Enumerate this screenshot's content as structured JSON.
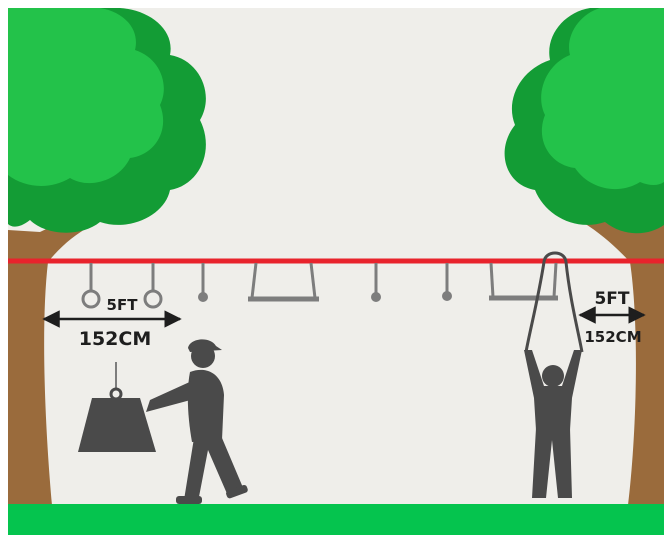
{
  "colors": {
    "sky": "#efeeea",
    "line": "#e8232c",
    "grass": "#05c44e",
    "trunk": "#9a6b3c",
    "foliage_dark": "#139c35",
    "foliage_light": "#23c24a",
    "hardware": "#7d7d7d",
    "figure": "#4a4a4a"
  },
  "left_gap": {
    "ft_label": "5FT",
    "cm_label": "152CM"
  },
  "right_gap": {
    "ft_label": "5FT",
    "cm_label": "152CM"
  },
  "obstacles": [
    "gymnastic-ring",
    "gymnastic-ring",
    "ball-handle",
    "swing-bar",
    "ball-handle",
    "ball-handle",
    "swing-bar"
  ],
  "figures": [
    "person-pushing-weight",
    "person-hanging-on-strap"
  ]
}
